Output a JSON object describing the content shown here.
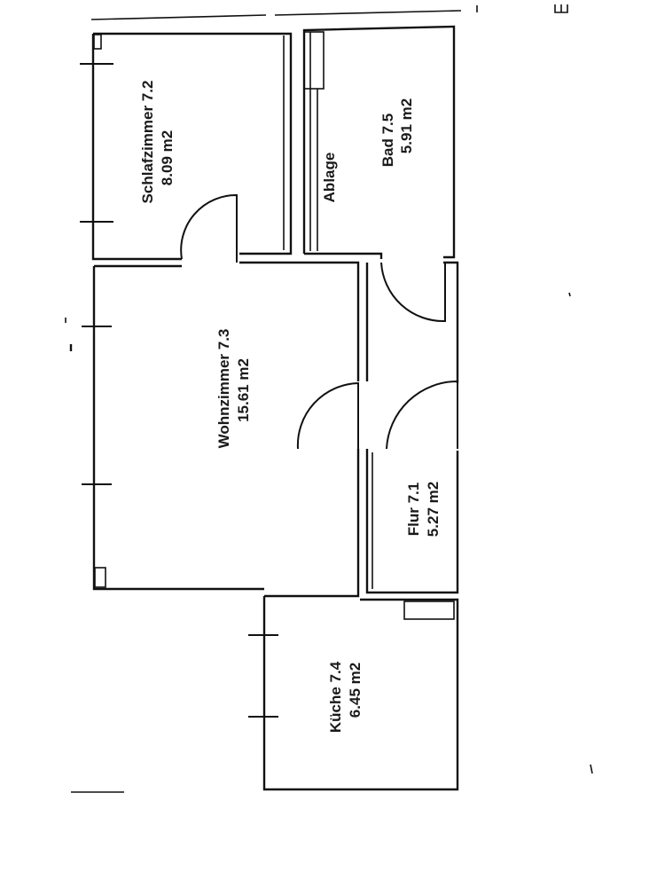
{
  "rooms": {
    "schlafzimmer": {
      "name": "Schlafzimmer 7.2",
      "area": "8.09 m2"
    },
    "bad": {
      "name": "Bad 7.5",
      "area": "5.91 m2"
    },
    "ablage": {
      "name": "Ablage"
    },
    "wohnzimmer": {
      "name": "Wohnzimmer 7.3",
      "area": "15.61 m2"
    },
    "flur": {
      "name": "Flur 7.1",
      "area": "5.27 m2"
    },
    "kueche": {
      "name": "Küche 7.4",
      "area": "6.45 m2"
    }
  },
  "colors": {
    "ink": "#111111",
    "paper": "#ffffff"
  }
}
